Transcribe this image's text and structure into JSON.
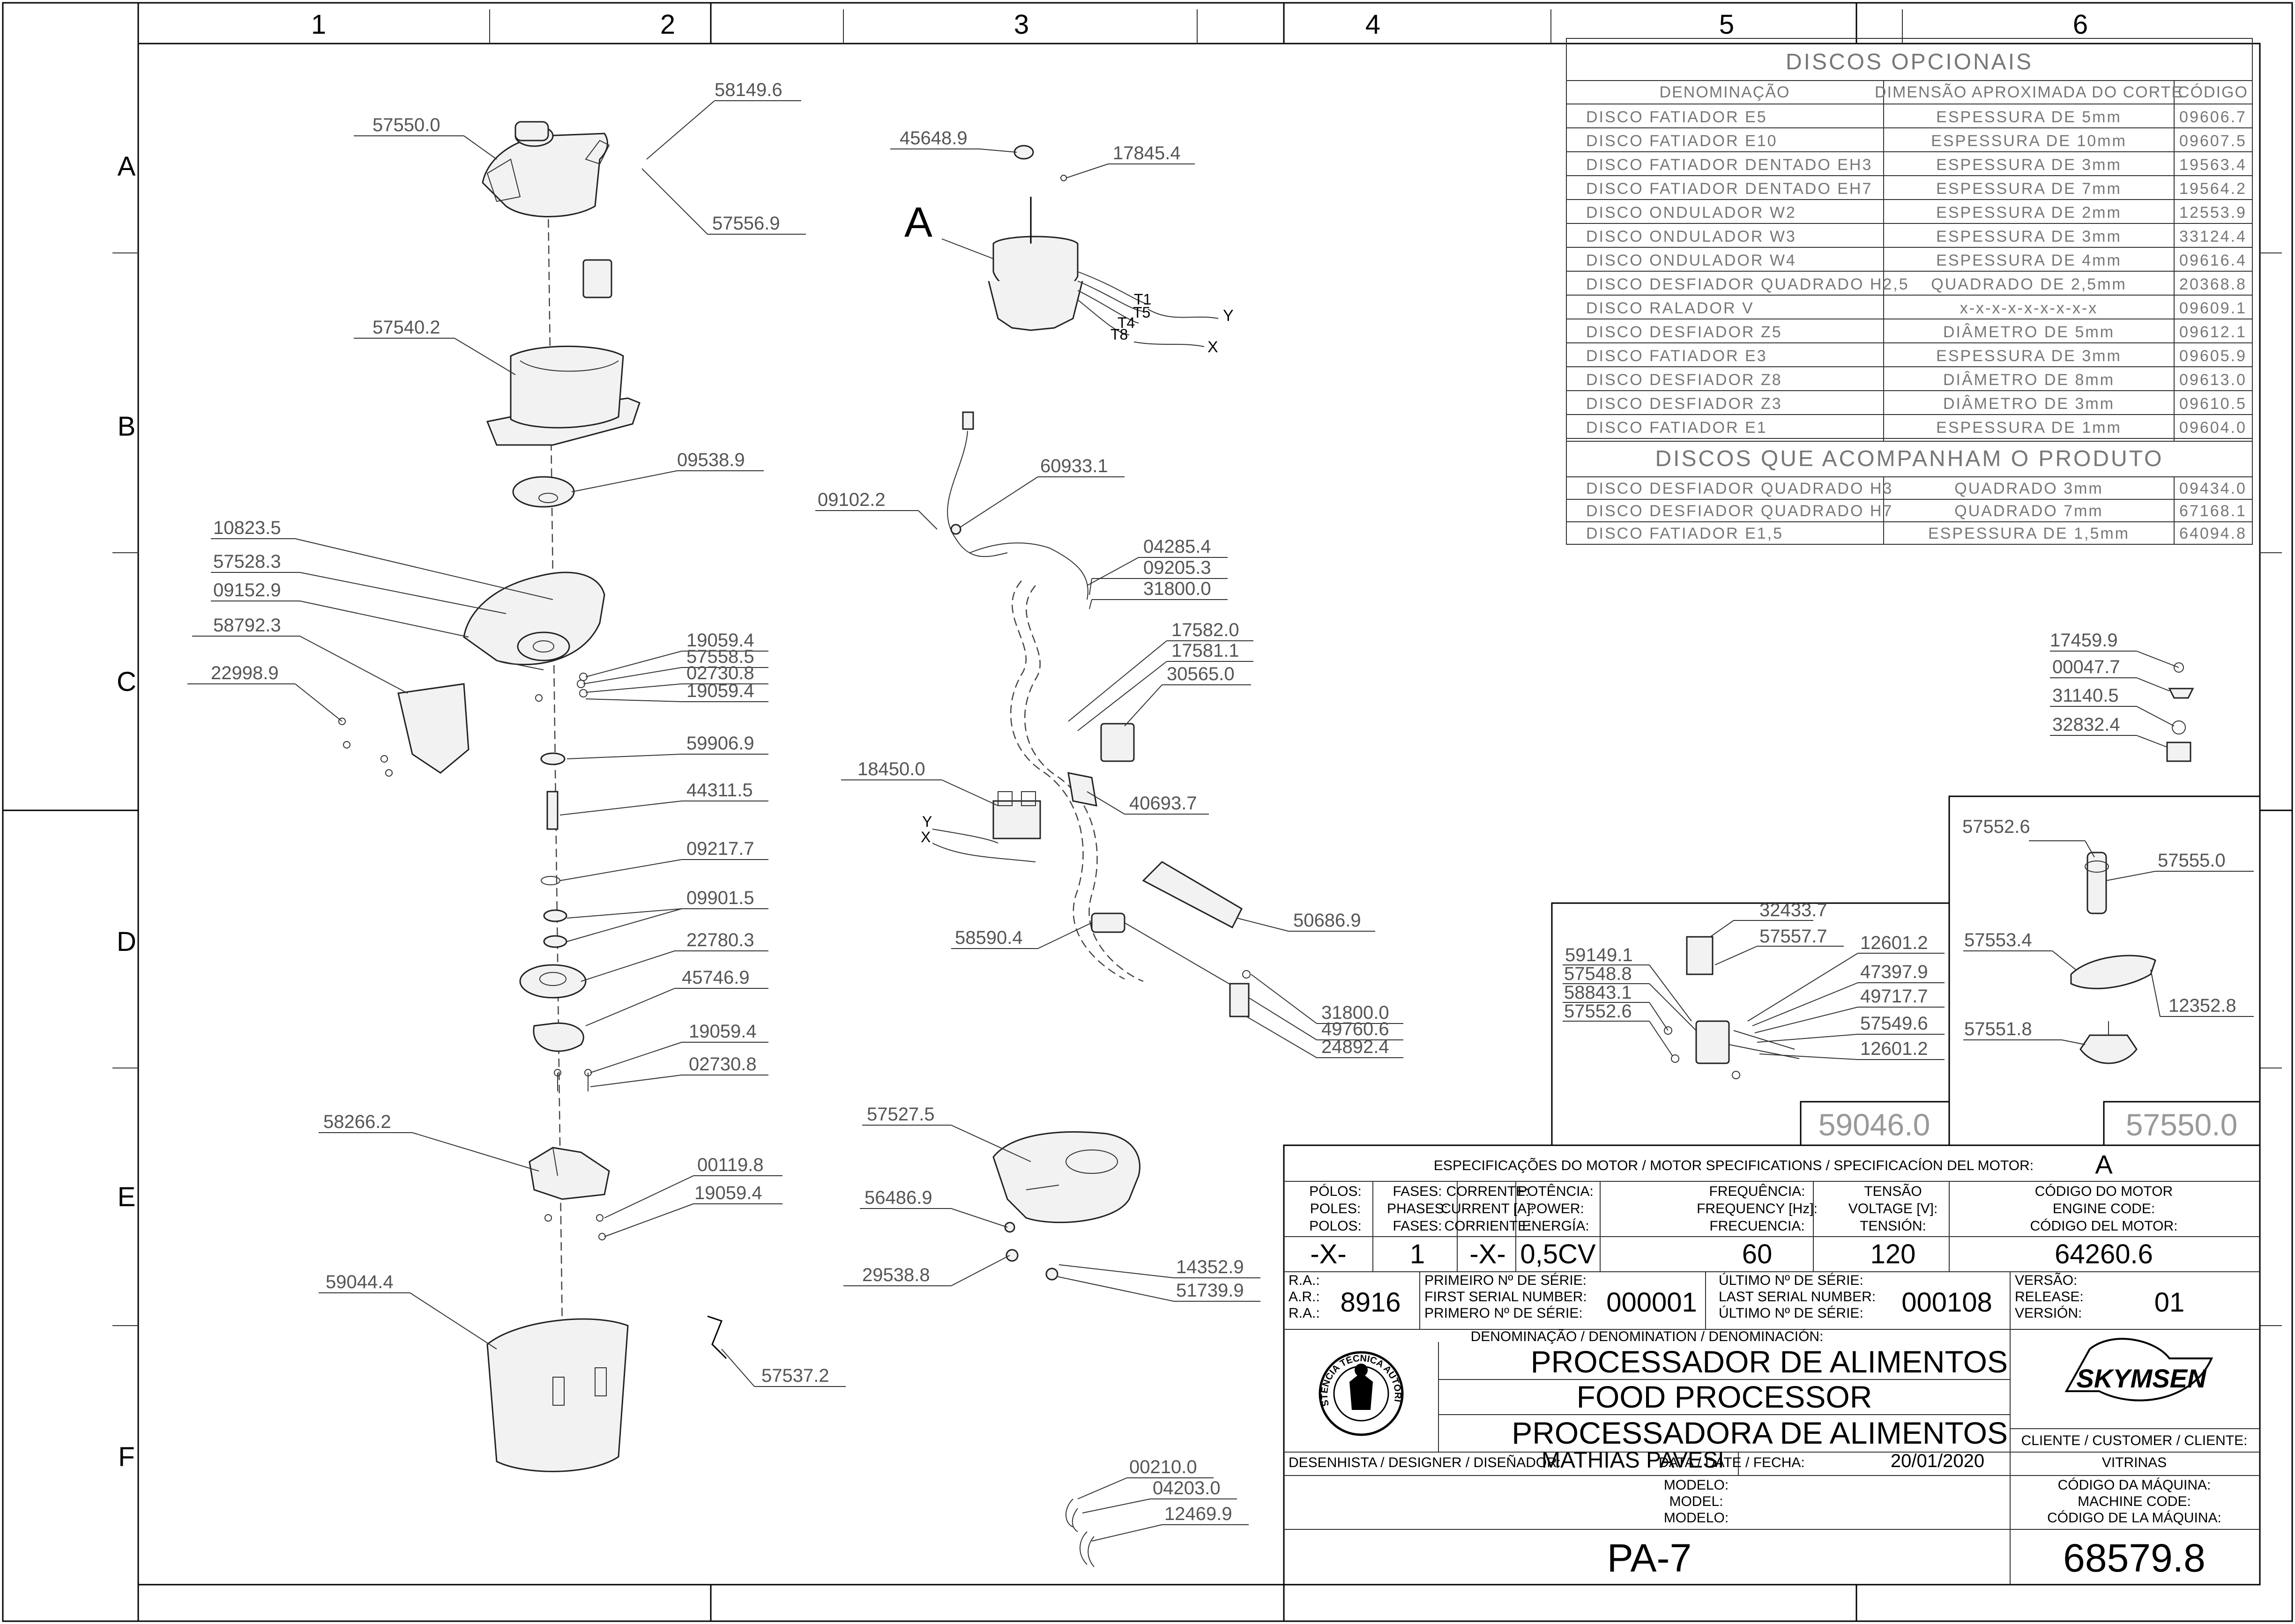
{
  "grid": {
    "columns": [
      "1",
      "2",
      "3",
      "4",
      "5",
      "6"
    ],
    "rows": [
      "A",
      "B",
      "C",
      "D",
      "E",
      "F"
    ]
  },
  "motor_label": "A",
  "wiring_labels": [
    "T1",
    "T5",
    "T4",
    "T8",
    "Y",
    "X"
  ],
  "contactor_labels": [
    "Y",
    "X"
  ],
  "callouts": {
    "c57550_0": "57550.0",
    "c58149_6": "58149.6",
    "c57556_9": "57556.9",
    "c57540_2": "57540.2",
    "c09538_9": "09538.9",
    "c10823_5": "10823.5",
    "c57528_3": "57528.3",
    "c09152_9": "09152.9",
    "c58792_3": "58792.3",
    "c22998_9": "22998.9",
    "c19059_4a": "19059.4",
    "c57558_5": "57558.5",
    "c02730_8a": "02730.8",
    "c19059_4b": "19059.4",
    "c59906_9": "59906.9",
    "c44311_5": "44311.5",
    "c09217_7": "09217.7",
    "c09901_5": "09901.5",
    "c22780_3": "22780.3",
    "c45746_9": "45746.9",
    "c19059_4c": "19059.4",
    "c02730_8b": "02730.8",
    "c58266_2": "58266.2",
    "c00119_8": "00119.8",
    "c19059_4d": "19059.4",
    "c59044_4": "59044.4",
    "c57537_2": "57537.2",
    "c45648_9": "45648.9",
    "c17845_4": "17845.4",
    "c09102_2": "09102.2",
    "c60933_1": "60933.1",
    "c04285_4": "04285.4",
    "c09205_3": "09205.3",
    "c31800_0a": "31800.0",
    "c17582_0": "17582.0",
    "c17581_1": "17581.1",
    "c30565_0": "30565.0",
    "c18450_0": "18450.0",
    "c40693_7": "40693.7",
    "c50686_9": "50686.9",
    "c58590_4": "58590.4",
    "c31800_0b": "31800.0",
    "c49760_6": "49760.6",
    "c24892_4": "24892.4",
    "c57527_5": "57527.5",
    "c56486_9": "56486.9",
    "c29538_8": "29538.8",
    "c14352_9": "14352.9",
    "c51739_9": "51739.9",
    "c00210_0": "00210.0",
    "c04203_0": "04203.0",
    "c12469_9": "12469.9",
    "c17459_9": "17459.9",
    "c00047_7": "00047.7",
    "c31140_5": "31140.5",
    "c32832_4": "32832.4",
    "c32433_7": "32433.7",
    "c57557_7": "57557.7",
    "c12601_2a": "12601.2",
    "c59149_1": "59149.1",
    "c47397_9": "47397.9",
    "c57548_8": "57548.8",
    "c58843_1": "58843.1",
    "c49717_7": "49717.7",
    "c57552_6a": "57552.6",
    "c57549_6": "57549.6",
    "c12601_2b": "12601.2",
    "c57552_6b": "57552.6",
    "c57555_0": "57555.0",
    "c57553_4": "57553.4",
    "c12352_8": "12352.8",
    "c57551_8": "57551.8"
  },
  "subassemblies": {
    "left": "59046.0",
    "right": "57550.0"
  },
  "discos_opcionais": {
    "title": "DISCOS OPCIONAIS",
    "headers": [
      "DENOMINAÇÃO",
      "DIMENSÃO APROXIMADA DO CORTE",
      "CÓDIGO"
    ],
    "rows": [
      [
        "DISCO FATIADOR E5",
        "ESPESSURA DE 5mm",
        "09606.7"
      ],
      [
        "DISCO FATIADOR E10",
        "ESPESSURA DE 10mm",
        "09607.5"
      ],
      [
        "DISCO FATIADOR DENTADO EH3",
        "ESPESSURA DE 3mm",
        "19563.4"
      ],
      [
        "DISCO FATIADOR DENTADO EH7",
        "ESPESSURA DE 7mm",
        "19564.2"
      ],
      [
        "DISCO ONDULADOR W2",
        "ESPESSURA DE 2mm",
        "12553.9"
      ],
      [
        "DISCO ONDULADOR W3",
        "ESPESSURA DE 3mm",
        "33124.4"
      ],
      [
        "DISCO ONDULADOR W4",
        "ESPESSURA DE 4mm",
        "09616.4"
      ],
      [
        "DISCO DESFIADOR QUADRADO H2,5",
        "QUADRADO DE 2,5mm",
        "20368.8"
      ],
      [
        "DISCO RALADOR V",
        "x-x-x-x-x-x-x-x-x",
        "09609.1"
      ],
      [
        "DISCO DESFIADOR Z5",
        "DIÂMETRO DE 5mm",
        "09612.1"
      ],
      [
        "DISCO FATIADOR E3",
        "ESPESSURA DE 3mm",
        "09605.9"
      ],
      [
        "DISCO DESFIADOR Z8",
        "DIÂMETRO DE 8mm",
        "09613.0"
      ],
      [
        "DISCO DESFIADOR Z3",
        "DIÂMETRO DE 3mm",
        "09610.5"
      ],
      [
        "DISCO FATIADOR E1",
        "ESPESSURA DE 1mm",
        "09604.0"
      ]
    ]
  },
  "discos_produto": {
    "title": "DISCOS QUE ACOMPANHAM O PRODUTO",
    "rows": [
      [
        "DISCO DESFIADOR QUADRADO H3",
        "QUADRADO 3mm",
        "09434.0"
      ],
      [
        "DISCO DESFIADOR QUADRADO H7",
        "QUADRADO 7mm",
        "67168.1"
      ],
      [
        "DISCO FATIADOR E1,5",
        "ESPESSURA DE 1,5mm",
        "64094.8"
      ]
    ]
  },
  "title_block": {
    "spec_title": "ESPECIFICAÇÕES DO MOTOR / MOTOR SPECIFICATIONS / SPECIFICACÍON DEL MOTOR:",
    "spec_motor": "A",
    "h_polos": [
      "PÓLOS:",
      "POLES:",
      "POLOS:"
    ],
    "h_fases": [
      "FASES:",
      "PHASES:",
      "FASES:"
    ],
    "h_corrente": [
      "CORRENTE:",
      "CURRENT [A]:",
      "CORRIENTE:"
    ],
    "h_potencia": [
      "POTÊNCIA:",
      "POWER:",
      "ENERGÍA:"
    ],
    "h_frequencia": [
      "FREQUÊNCIA:",
      "FREQUENCY [Hz]:",
      "FRECUENCIA:"
    ],
    "h_tensao": [
      "TENSÃO",
      "VOLTAGE [V]:",
      "TENSIÓN:"
    ],
    "h_codigo_motor": [
      "CÓDIGO DO MOTOR",
      "ENGINE CODE:",
      "CÓDIGO DEL MOTOR:"
    ],
    "v_polos": "-X-",
    "v_fases": "1",
    "v_corrente": "-X-",
    "v_potencia": "0,5CV",
    "v_frequencia": "60",
    "v_tensao": "120",
    "v_codigo_motor": "64260.6",
    "ra_labels": [
      "R.A.:",
      "A.R.:",
      "R.A.:"
    ],
    "ra_value": "8916",
    "first_serial_labels": [
      "PRIMEIRO Nº DE SÉRIE:",
      "FIRST SERIAL NUMBER:",
      "PRIMERO Nº DE SÉRIE:"
    ],
    "first_serial": "000001",
    "last_serial_labels": [
      "ÚLTIMO Nº DE SÉRIE:",
      "LAST SERIAL NUMBER:",
      "ÚLTIMO Nº DE SÉRIE:"
    ],
    "last_serial": "000108",
    "version_labels": [
      "VERSÃO:",
      "RELEASE:",
      "VERSIÓN:"
    ],
    "version": "01",
    "denominacao_label": "DENOMINAÇÃO / DENOMINATION / DENOMINACIÓN:",
    "name_pt": "PROCESSADOR DE ALIMENTOS",
    "name_en": "FOOD PROCESSOR",
    "name_es": "PROCESSADORA DE ALIMENTOS",
    "seal_text": "ASSISTÊNCIA TÉCNICA AUTORIZADA",
    "brand": "SKYMSEN",
    "designer_label": "DESENHISTA / DESIGNER / DISEÑADOR:",
    "designer": "MATHIAS PAVESI",
    "date_label": "DATA / DATE / FECHA:",
    "date": "20/01/2020",
    "client_label": "CLIENTE / CUSTOMER / CLIENTE:",
    "client": "VITRINAS",
    "model_labels": [
      "MODELO:",
      "MODEL:",
      "MODELO:"
    ],
    "model": "PA-7",
    "machine_code_labels": [
      "CÓDIGO DA MÁQUINA:",
      "MACHINE CODE:",
      "CÓDIGO DE LA MÁQUINA:"
    ],
    "machine_code": "68579.8"
  }
}
